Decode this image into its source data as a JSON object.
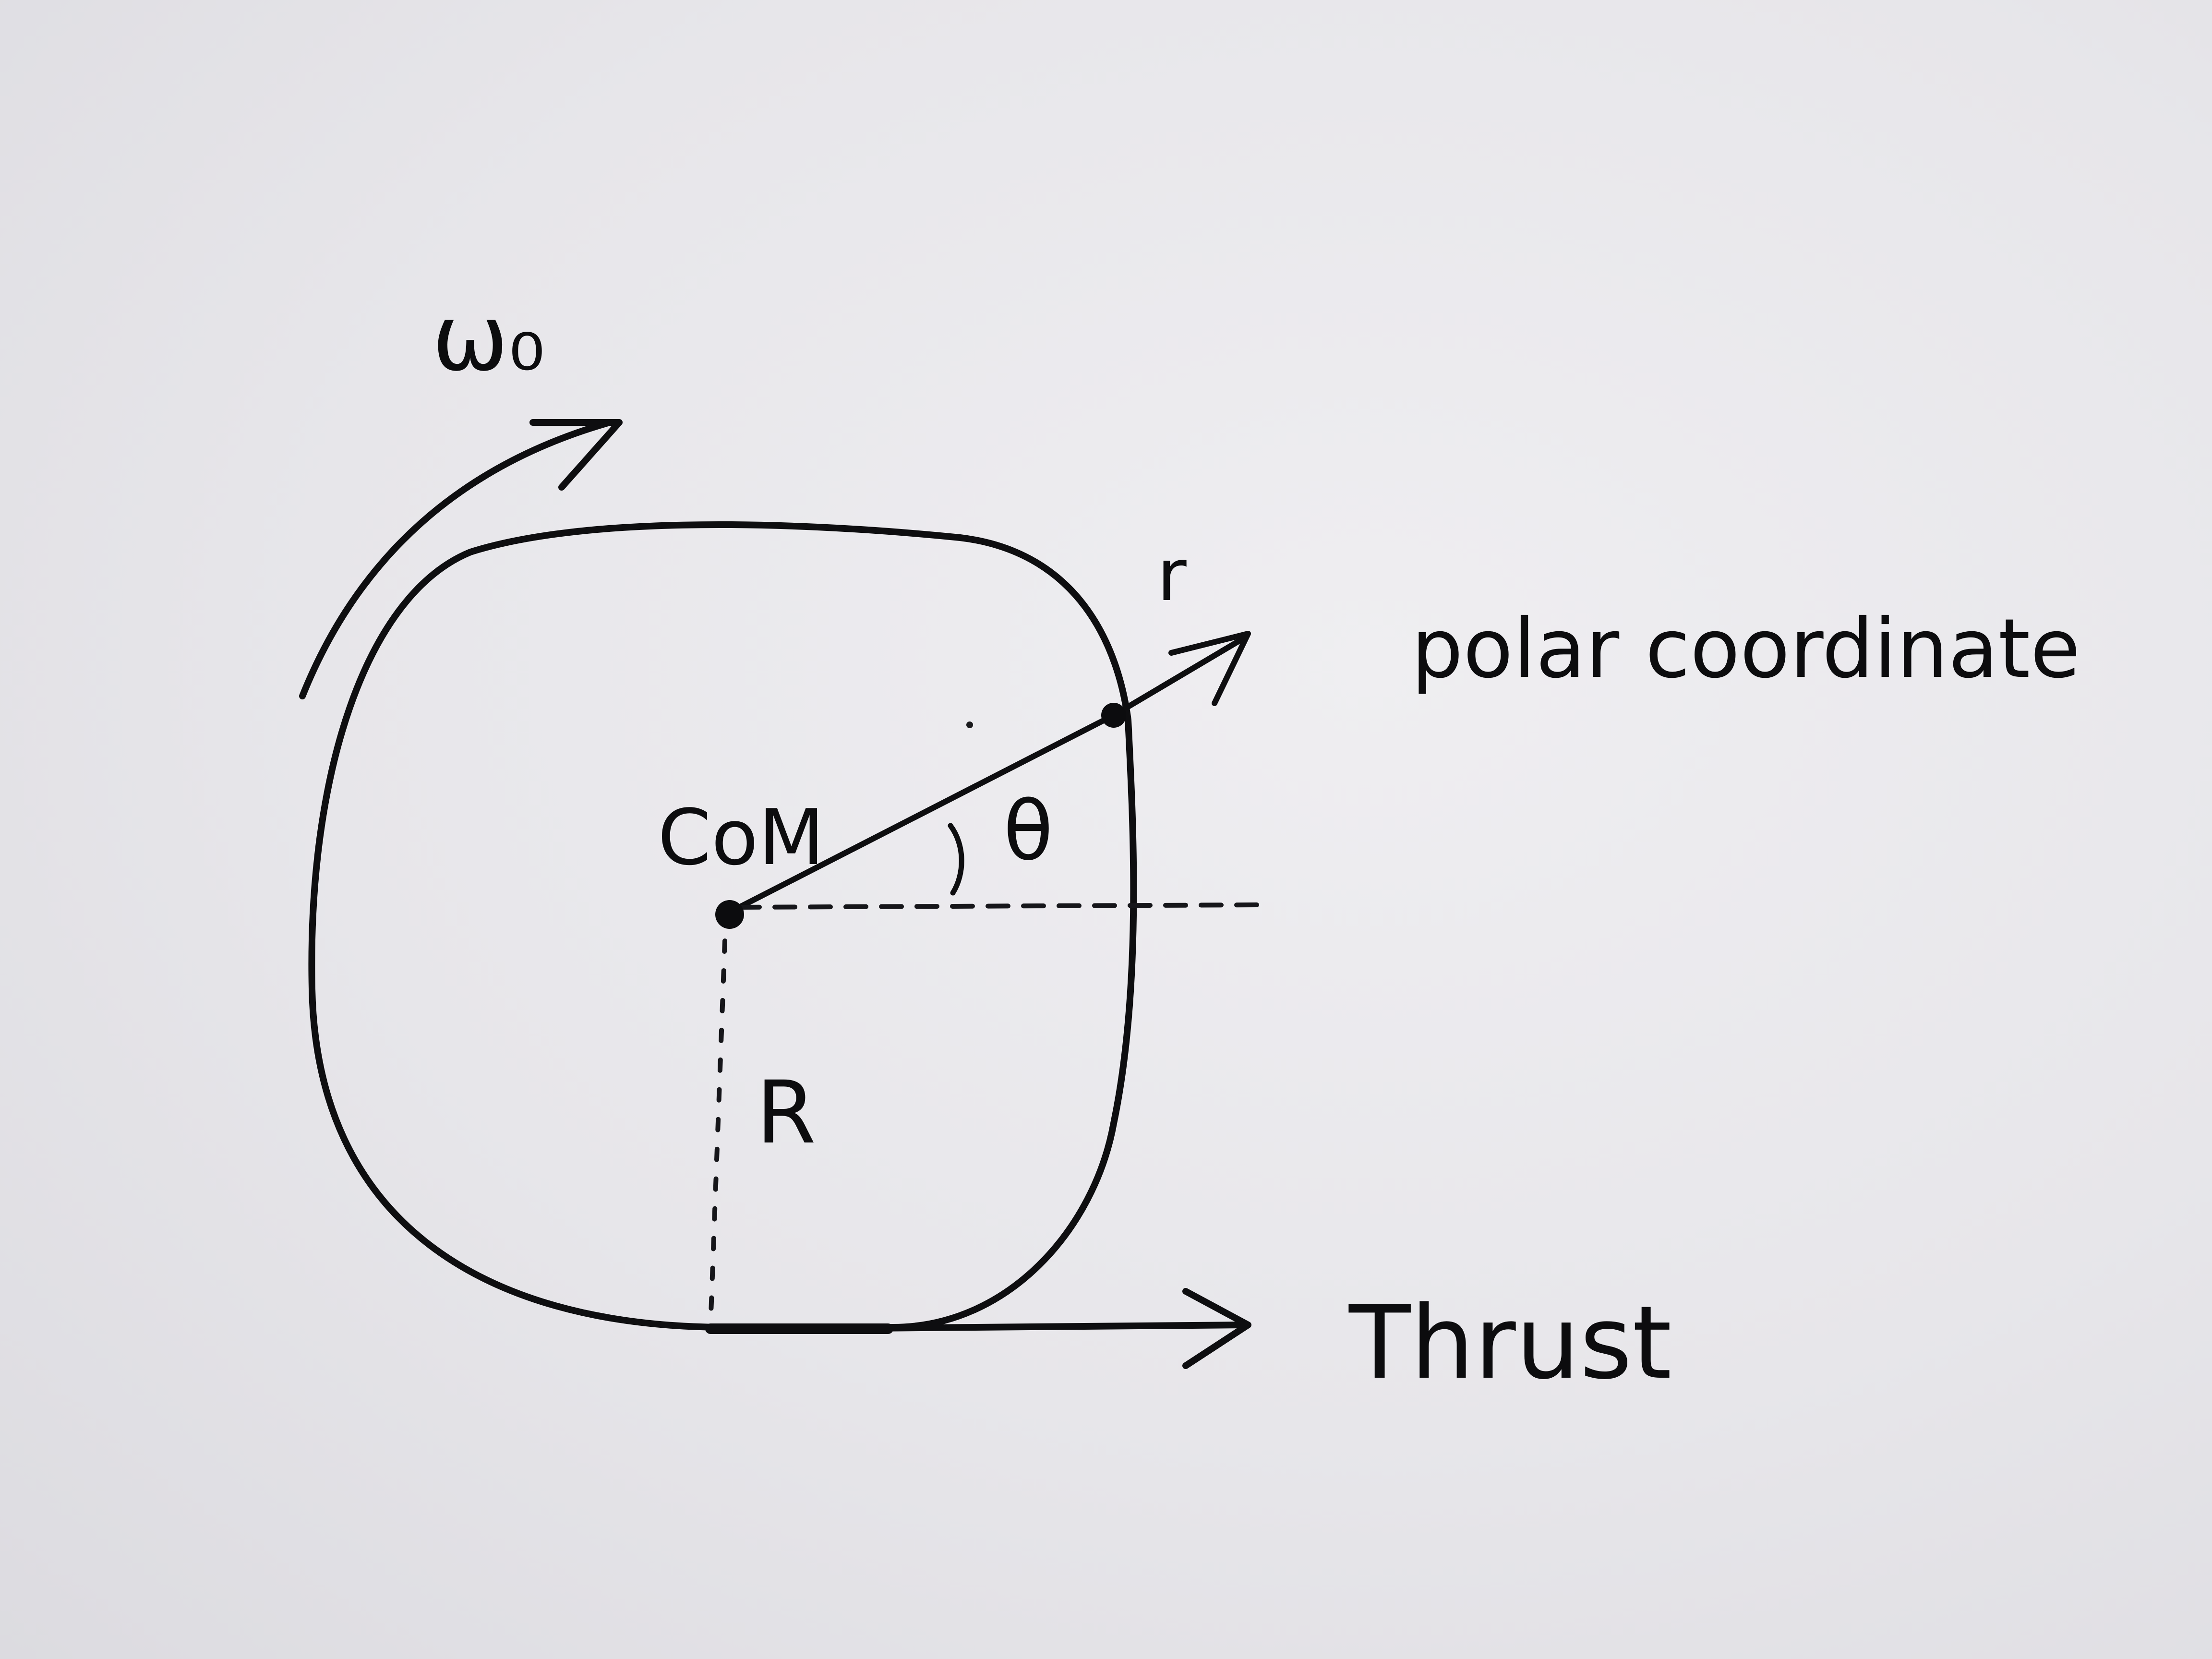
{
  "diagram": {
    "labels": {
      "omega": "ω₀",
      "r": "r",
      "polar": "polar coordinate",
      "com": "CoM",
      "theta": "θ",
      "radius": "R",
      "thrust": "Thrust"
    },
    "colors": {
      "paper": "#e9e8ec",
      "ink": "#0e0e10"
    }
  }
}
